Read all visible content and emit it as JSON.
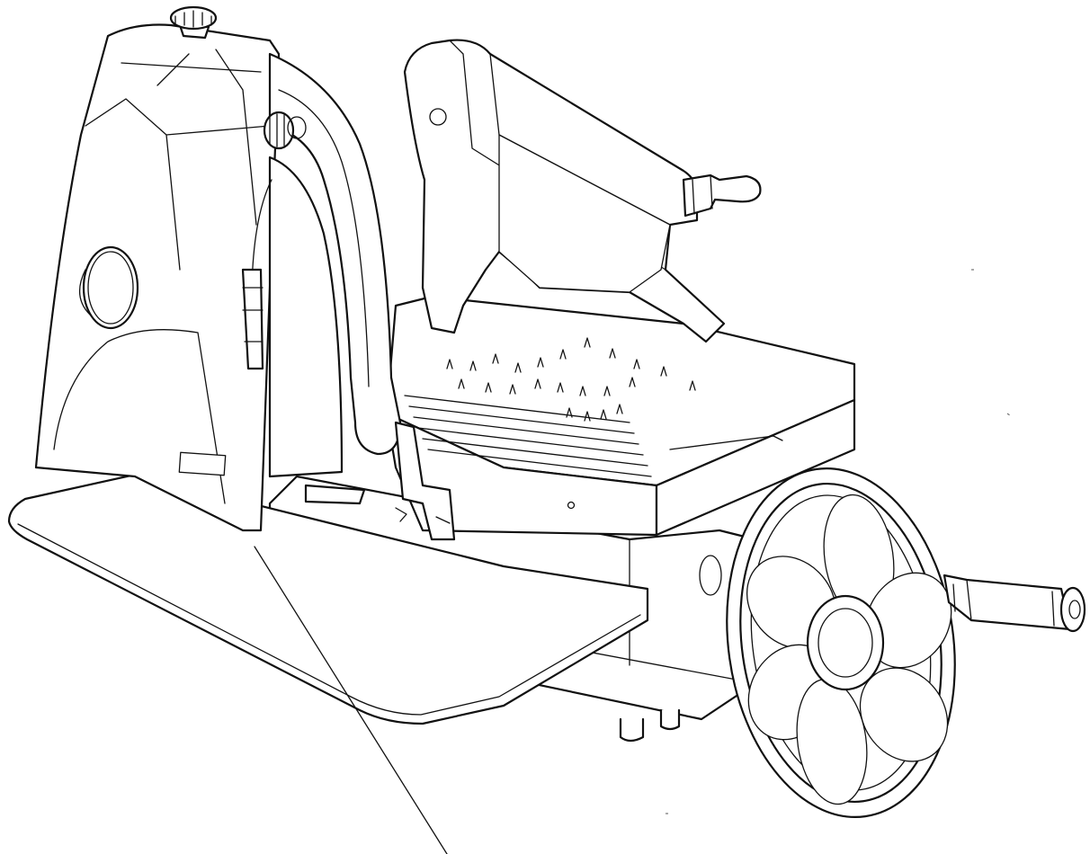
{
  "figure": {
    "stroke_color": "#111111",
    "background_color": "#ffffff"
  },
  "parts": [
    {
      "id": "housing-body",
      "icon": "slicer-housing"
    },
    {
      "id": "blade-guard",
      "icon": "curved-blade-guard"
    },
    {
      "id": "sharpener-knob",
      "icon": "knob"
    },
    {
      "id": "top-knob",
      "icon": "knob"
    },
    {
      "id": "meat-pusher-arm",
      "icon": "pusher-arm"
    },
    {
      "id": "carriage-tray",
      "icon": "spiked-carriage"
    },
    {
      "id": "receiving-plate",
      "icon": "plate"
    },
    {
      "id": "flywheel",
      "icon": "flower-spoke-wheel"
    },
    {
      "id": "crank-handle",
      "icon": "handle"
    },
    {
      "id": "leader-line",
      "icon": "pointer-line"
    }
  ]
}
